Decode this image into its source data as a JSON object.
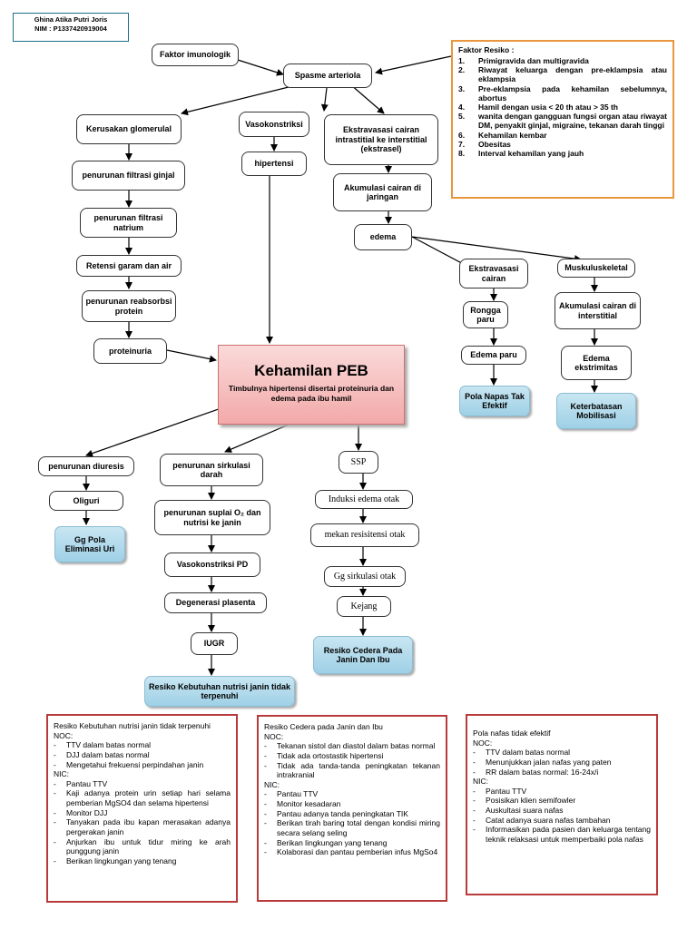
{
  "author": {
    "name": "Ghina Atika Putri Joris",
    "nim": "NIM : P1337420919004"
  },
  "risk_factors": {
    "title": "Faktor Resiko :",
    "items": [
      {
        "num": "1.",
        "text": "Primigravida dan multigravida"
      },
      {
        "num": "2.",
        "text": "Riwayat keluarga dengan pre-eklampsia atau eklampsia"
      },
      {
        "num": "3.",
        "text": "Pre-eklampsia pada kehamilan sebelumnya, abortus"
      },
      {
        "num": "4.",
        "text": "Hamil dengan usia < 20 th atau > 35 th"
      },
      {
        "num": "5.",
        "text": "wanita dengan gangguan fungsi organ atau riwayat DM, penyakit ginjal, migraine, tekanan darah tinggi"
      },
      {
        "num": "6.",
        "text": "Kehamilan kembar"
      },
      {
        "num": "7.",
        "text": "Obesitas"
      },
      {
        "num": "8.",
        "text": "Interval kehamilan yang jauh"
      }
    ]
  },
  "nodes": {
    "faktor_imunologik": "Faktor imunologik",
    "spasme_arteriola": "Spasme arteriola",
    "kerusakan_glomerulal": "Kerusakan glomerulal",
    "penurunan_filtrasi_ginjal": "penurunan filtrasi ginjal",
    "penurunan_filtrasi_natrium": "penurunan filtrasi natrium",
    "retensi_garam": "Retensi garam dan air",
    "penurunan_reabsorbsi": "penurunan reabsorbsi protein",
    "proteinuria": "proteinuria",
    "vasokonstriksi": "Vasokonstriksi",
    "hipertensi": "hipertensi",
    "ekstravasasi_interstitial": "Ekstravasasi cairan intrastitial ke interstitial (ekstrasel)",
    "akumulasi_jaringan": "Akumulasi cairan di jaringan",
    "edema": "edema",
    "ekstravasasi_cairan": "Ekstravasasi cairan",
    "rongga_paru": "Rongga paru",
    "edema_paru": "Edema paru",
    "pola_napas": "Pola Napas Tak Efektif",
    "muskuluskeletal": "Muskuluskeletal",
    "akumulasi_interstitial": "Akumulasi cairan di interstitial",
    "edema_ekstrimitas": "Edema ekstrimitas",
    "keterbatasan_mobilisasi": "Keterbatasan Mobilisasi",
    "main_title": "Kehamilan PEB",
    "main_subtitle": "Timbulnya hipertensi disertai proteinuria dan edema pada ibu hamil",
    "penurunan_diuresis": "penurunan diuresis",
    "oliguri": "Oliguri",
    "gg_pola_eliminasi": "Gg Pola Eliminasi Uri",
    "penurunan_sirkulasi": "penurunan sirkulasi darah",
    "penurunan_suplai": "penurunan suplai O₂ dan nutrisi ke janin",
    "vasokonstriksi_pd": "Vasokonstriksi PD",
    "degenerasi_plasenta": "Degenerasi plasenta",
    "iugr": "IUGR",
    "resiko_nutrisi": "Resiko Kebutuhan nutrisi janin tidak terpenuhi",
    "ssp": "SSP",
    "induksi_edema": "Induksi edema otak",
    "mekan_resistensi": "mekan resisitensi otak",
    "gg_sirkulasi_otak": "Gg sirkulasi otak",
    "kejang": "Kejang",
    "resiko_cedera": "Resiko Cedera Pada Janin Dan Ibu"
  },
  "care_plans": [
    {
      "title": "Resiko Kebutuhan nutrisi janin tidak terpenuhi",
      "noc_label": "NOC:",
      "noc": [
        "TTV dalam batas normal",
        "DJJ dalam batas normal",
        "Mengetahui frekuensi perpindahan janin"
      ],
      "nic_label": "NIC:",
      "nic": [
        "Pantau TTV",
        "Kaji adanya protein urin setiap hari selama pemberian MgSO4 dan selama hipertensi",
        "Monitor DJJ",
        "Tanyakan pada ibu kapan merasakan adanya pergerakan janin",
        "Anjurkan ibu untuk tidur miring ke arah punggung janin",
        "Berikan lingkungan yang tenang"
      ]
    },
    {
      "title": "Resiko Cedera pada Janin dan Ibu",
      "noc_label": "NOC:",
      "noc": [
        "Tekanan sistol dan diastol dalam batas normal",
        "Tidak ada ortostastik hipertensi",
        "Tidak ada tanda-tanda peningkatan tekanan intrakranial"
      ],
      "nic_label": "NIC:",
      "nic": [
        "Pantau TTV",
        "Monitor kesadaran",
        "Pantau adanya tanda peningkatan TIK",
        "Berikan tirah baring total dengan kondisi miring secara selang seling",
        "Berikan lingkungan yang tenang",
        "Kolaborasi dan pantau pemberian infus MgSo4"
      ]
    },
    {
      "title": "Pola nafas tidak efektif",
      "noc_label": "NOC:",
      "noc": [
        "TTV dalam batas normal",
        "Menunjukkan jalan nafas yang paten",
        "RR dalam batas normal: 16-24x/i"
      ],
      "nic_label": "NIC:",
      "nic": [
        "Pantau TTV",
        "Posisikan klien semifowler",
        "Auskultasi suara nafas",
        "Catat adanya suara nafas tambahan",
        "Informasikan pada pasien dan keluarga tentang teknik relaksasi untuk memperbaiki pola nafas"
      ]
    }
  ],
  "dash": "-"
}
